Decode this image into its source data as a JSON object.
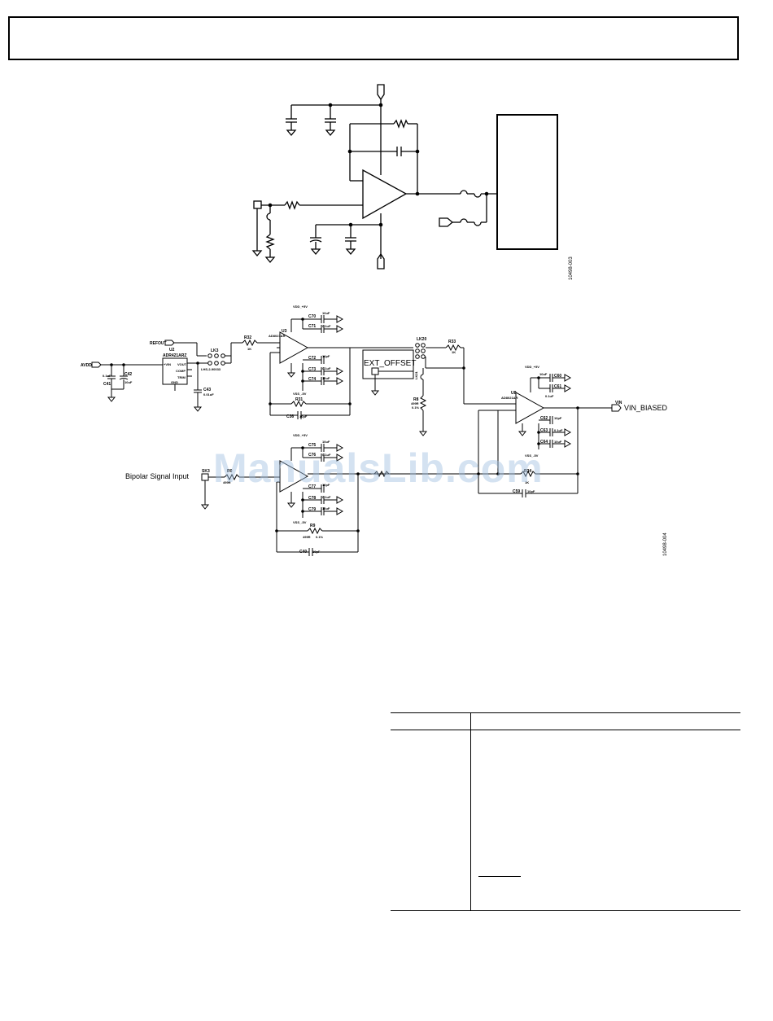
{
  "figure1": {
    "id": "10498-003"
  },
  "figure2": {
    "id": "10498-004",
    "labels": {
      "refout": "REFOUT",
      "avdd": "AVDD",
      "u2_ref": "U2",
      "u2_part": "ADR421ARZ",
      "vin_pin": "+VIN",
      "vout_pin": "VOUT",
      "comp_pin": "COMP",
      "trim_pin": "TRIM",
      "gnd_pin": "GND",
      "lk3": "LK3",
      "lk3_part": "LHS-2-90033",
      "c41": "C41",
      "c41_val": "0.1uF",
      "c42": "C42",
      "c42_val": "10uF",
      "c43": "C43",
      "c43_val": "0.01uF",
      "r32": "R32",
      "r32_val": "1K",
      "u3_ref": "U3",
      "u3_part": "AD8021AR",
      "vdd_top": "VDD_+5V",
      "vss_top": "VSS_-5V",
      "c70": "C70",
      "c71": "C71",
      "c72": "C72",
      "c73": "C73",
      "c74": "C74",
      "c36": "C36",
      "r31": "R31",
      "val_10uf": "10uF",
      "val_01uf": "0.1uF",
      "val_10pf": "10pF",
      "ext_offset": "EXT_OFFSET",
      "lk20": "LK20",
      "lk21": "LK21",
      "r33": "R33",
      "r33_val": "1K",
      "r8": "R8",
      "r8_val": "499R",
      "r8_tol": "0.1%",
      "u8_ref": "U8",
      "u8_part": "AD8021AR",
      "vdd_right": "VDD_+5V",
      "vss_right": "VSS_-5V",
      "c60": "C60",
      "c61": "C61",
      "c62": "C62",
      "c63": "C63",
      "c64": "C64",
      "c59": "C59",
      "c59_val": "10pF",
      "vin_net": "VIN",
      "vin_biased": "VIN_BIASED",
      "bipolar": "Bipolar Signal Input",
      "sk3": "SK3",
      "r0": "R0",
      "r0_val": "499R",
      "vdd_bot": "VDD_+5V",
      "vss_bot": "VSS_-5V",
      "c75": "C75",
      "c76": "C76",
      "c77": "C77",
      "c78": "C78",
      "c79": "C79",
      "r9": "R9",
      "r9_val": "499R",
      "r9_tol": "0.1%",
      "c40": "C40",
      "c40_val": "10pF",
      "r34": "R34",
      "r34_val": "1K"
    }
  },
  "watermark": "ManualsLib.com"
}
